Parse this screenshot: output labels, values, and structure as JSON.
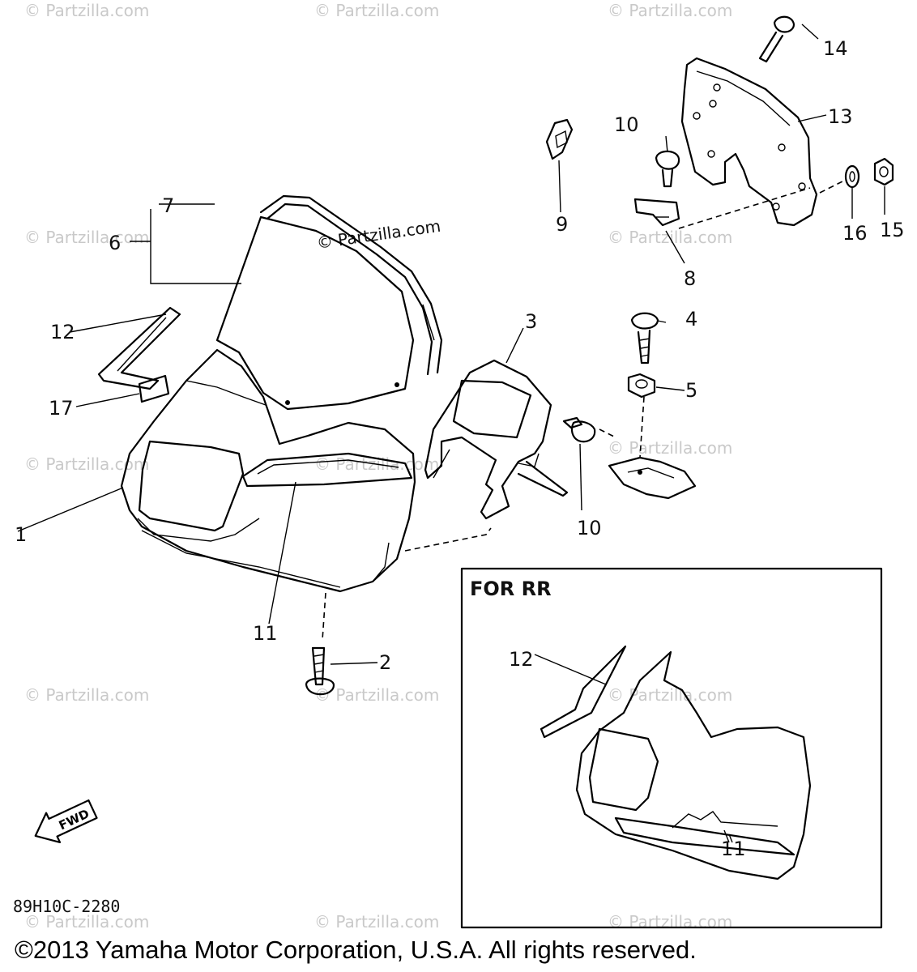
{
  "diagram": {
    "labels": {
      "p1": "1",
      "p2": "2",
      "p3": "3",
      "p4": "4",
      "p5": "5",
      "p6": "6",
      "p7": "7",
      "p8": "8",
      "p9": "9",
      "p10a": "10",
      "p10b": "10",
      "p11a": "11",
      "p11b": "11",
      "p12a": "12",
      "p12b": "12",
      "p13": "13",
      "p14": "14",
      "p15": "15",
      "p16": "16",
      "p17": "17"
    },
    "inset_title": "FOR RR",
    "fwd_label": "FWD",
    "diagram_code": "89H10C-2280",
    "watermark": "© Partzilla.com",
    "copyright": "©2013 Yamaha Motor Corporation, U.S.A. All rights reserved."
  }
}
